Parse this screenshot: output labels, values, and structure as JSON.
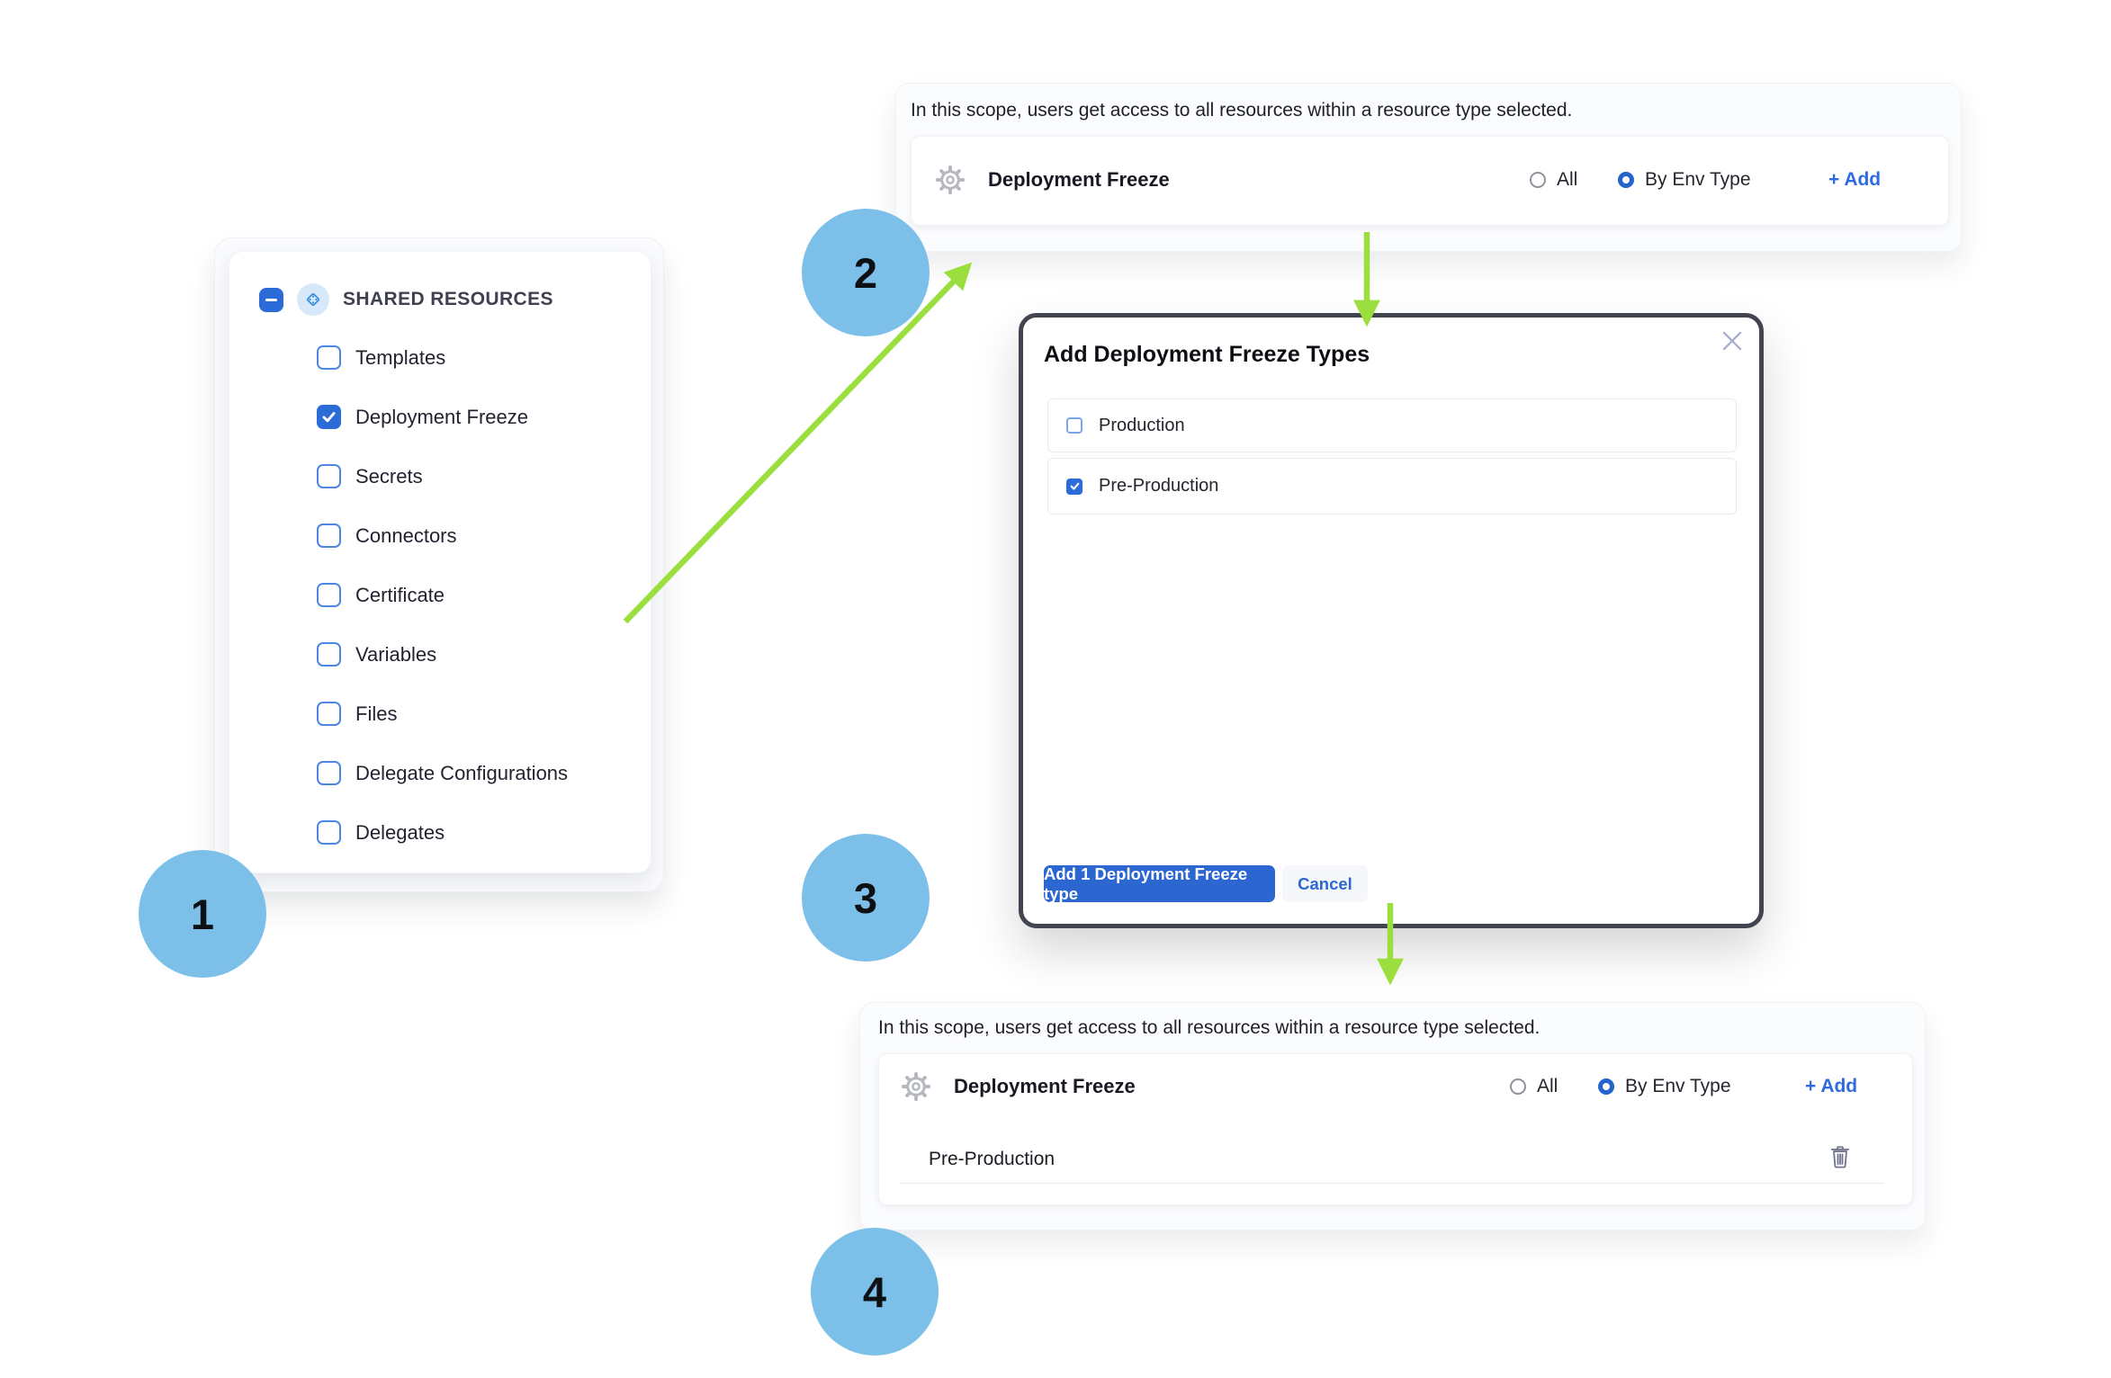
{
  "colors": {
    "accent_blue": "#2b6ad3",
    "step_circle_blue": "#7cc0ea",
    "arrow_green": "#9bdf3f",
    "modal_border": "#42454f"
  },
  "icons": {
    "collapse": "minus-icon",
    "shared_resources": "diamond-dots-icon",
    "resource_type": "gear-icon",
    "close": "close-icon",
    "delete": "trash-icon"
  },
  "steps": [
    {
      "number": "1"
    },
    {
      "number": "2"
    },
    {
      "number": "3"
    },
    {
      "number": "4"
    }
  ],
  "sidebar": {
    "header_label": "SHARED RESOURCES",
    "items": [
      {
        "label": "Templates",
        "checked": false
      },
      {
        "label": "Deployment Freeze",
        "checked": true
      },
      {
        "label": "Secrets",
        "checked": false
      },
      {
        "label": "Connectors",
        "checked": false
      },
      {
        "label": "Certificate",
        "checked": false
      },
      {
        "label": "Variables",
        "checked": false
      },
      {
        "label": "Files",
        "checked": false
      },
      {
        "label": "Delegate Configurations",
        "checked": false
      },
      {
        "label": "Delegates",
        "checked": false
      }
    ]
  },
  "scope_panel_top": {
    "description": "In this scope, users get access to all resources within a resource type selected.",
    "resource_label": "Deployment Freeze",
    "options": [
      {
        "label": "All",
        "selected": false
      },
      {
        "label": "By Env Type",
        "selected": true
      }
    ],
    "add_label": "+ Add"
  },
  "modal": {
    "title": "Add Deployment Freeze Types",
    "types": [
      {
        "label": "Production",
        "checked": false
      },
      {
        "label": "Pre-Production",
        "checked": true
      }
    ],
    "submit_label": "Add 1 Deployment Freeze type",
    "cancel_label": "Cancel"
  },
  "scope_panel_bottom": {
    "description": "In this scope, users get access to all resources within a resource type selected.",
    "resource_label": "Deployment Freeze",
    "options": [
      {
        "label": "All",
        "selected": false
      },
      {
        "label": "By Env Type",
        "selected": true
      }
    ],
    "add_label": "+ Add",
    "entries": [
      {
        "label": "Pre-Production"
      }
    ]
  }
}
